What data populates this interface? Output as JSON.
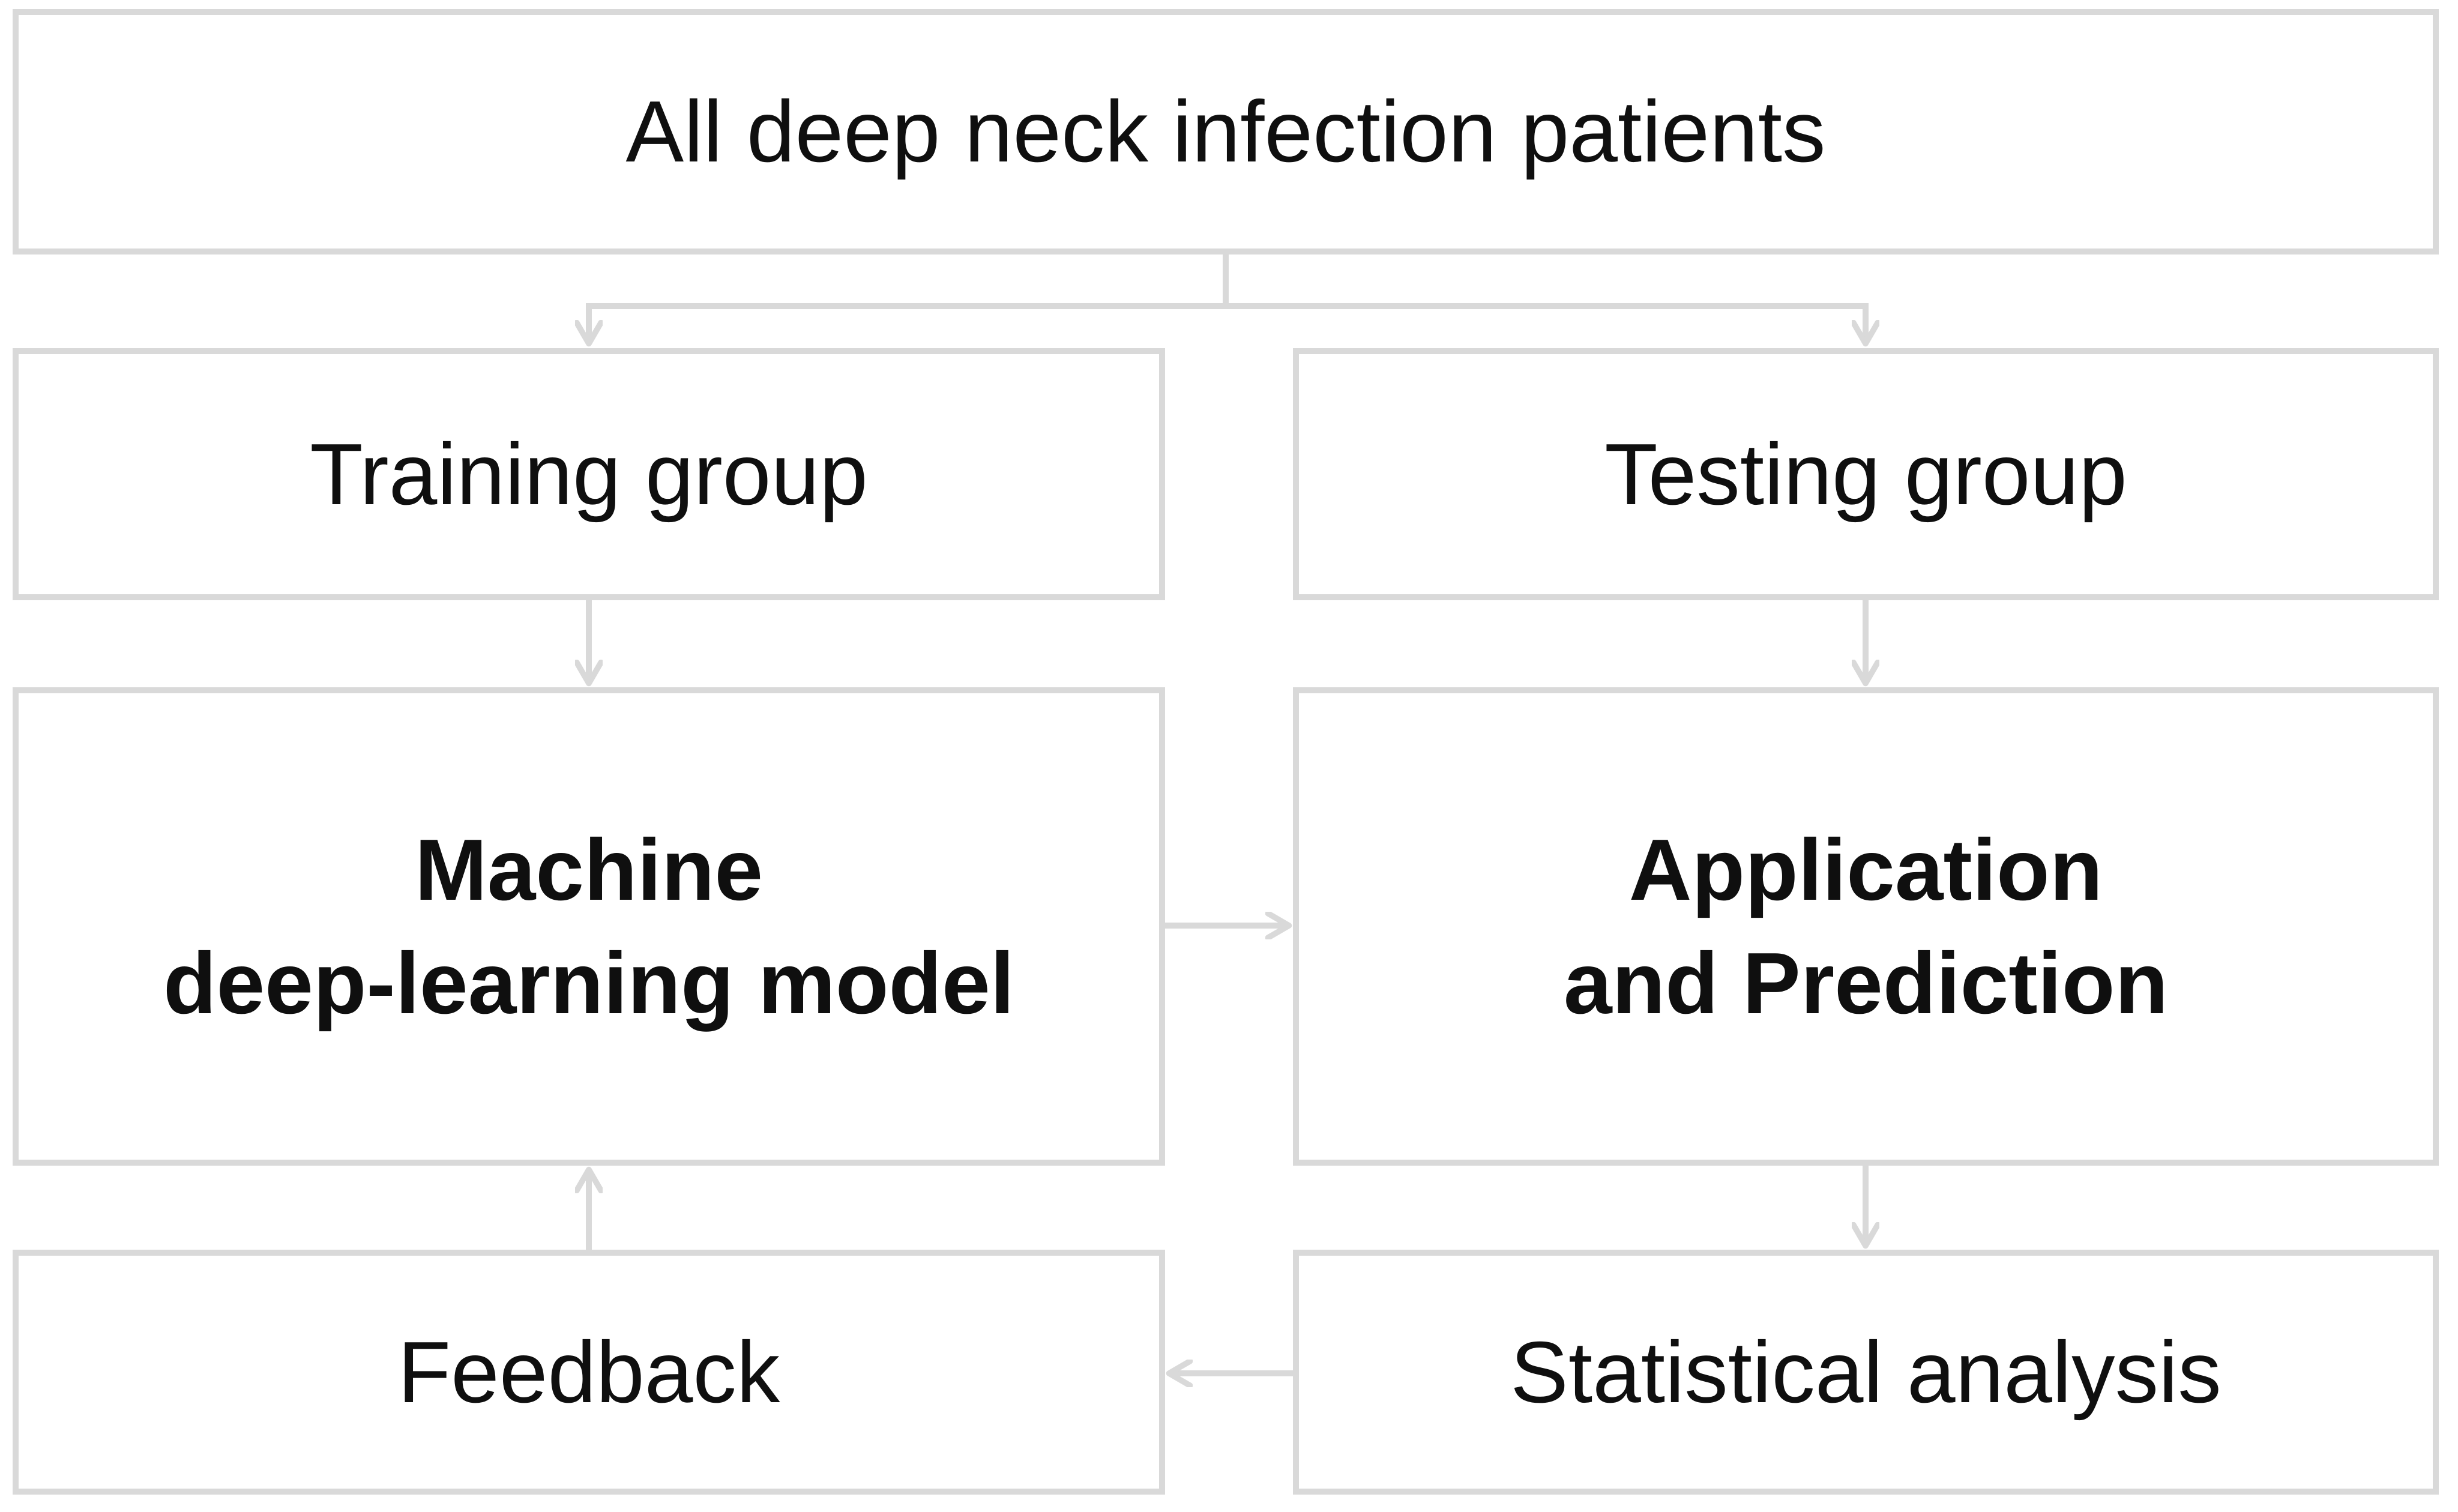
{
  "diagram": {
    "background_color": "#ffffff",
    "box_border_color": "#d9d9d9",
    "arrow_color": "#d9d9d9",
    "text_color": "#0f0f0f",
    "nodes": {
      "all_patients": {
        "label": "All deep neck infection patients",
        "bold": false
      },
      "training_group": {
        "label": "Training group",
        "bold": false
      },
      "testing_group": {
        "label": "Testing group",
        "bold": false
      },
      "deep_learning_model": {
        "lines": [
          "Machine",
          "deep-learning model"
        ],
        "bold": true
      },
      "application_prediction": {
        "lines": [
          "Application",
          "and Prediction"
        ],
        "bold": true
      },
      "feedback": {
        "label": "Feedback",
        "bold": false
      },
      "statistical_analysis": {
        "label": "Statistical analysis",
        "bold": false
      }
    },
    "edges": [
      {
        "from": "all_patients",
        "to": "training_group",
        "direction": "down"
      },
      {
        "from": "all_patients",
        "to": "testing_group",
        "direction": "down"
      },
      {
        "from": "training_group",
        "to": "deep_learning_model",
        "direction": "down"
      },
      {
        "from": "testing_group",
        "to": "application_prediction",
        "direction": "down"
      },
      {
        "from": "deep_learning_model",
        "to": "application_prediction",
        "direction": "right"
      },
      {
        "from": "application_prediction",
        "to": "statistical_analysis",
        "direction": "down"
      },
      {
        "from": "statistical_analysis",
        "to": "feedback",
        "direction": "left"
      },
      {
        "from": "feedback",
        "to": "deep_learning_model",
        "direction": "up"
      }
    ]
  }
}
